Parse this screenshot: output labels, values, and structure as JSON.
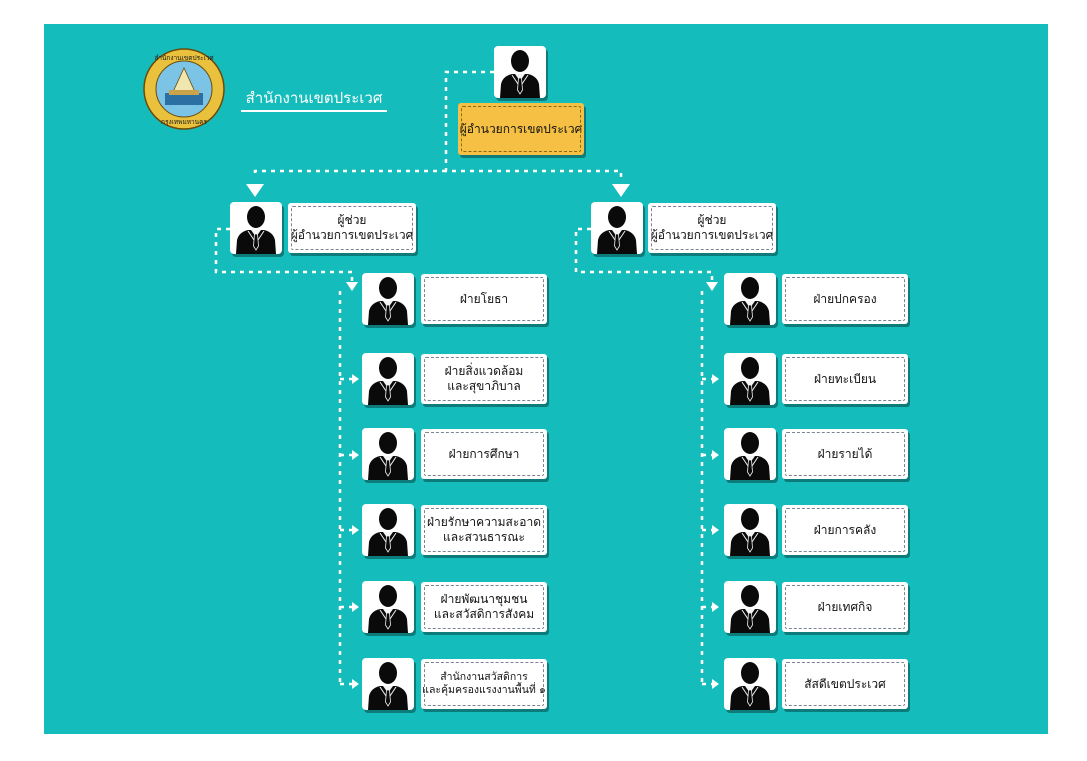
{
  "header": {
    "org_name": "สำนักงานเขตประเวศ",
    "logo_text_top": "สำนักงานเขตประเวศ",
    "logo_text_bottom": "กรุงเทพมหานคร"
  },
  "director": {
    "title": "ผู้อำนวยการเขตประเวศ"
  },
  "assistants": [
    {
      "title_line1": "ผู้ช่วย",
      "title_line2": "ผู้อำนวยการเขตประเวศ"
    },
    {
      "title_line1": "ผู้ช่วย",
      "title_line2": "ผู้อำนวยการเขตประเวศ"
    }
  ],
  "left_units": [
    {
      "line1": "ฝ่ายโยธา",
      "line2": ""
    },
    {
      "line1": "ฝ่ายสิ่งแวดล้อม",
      "line2": "และสุขาภิบาล"
    },
    {
      "line1": "ฝ่ายการศึกษา",
      "line2": ""
    },
    {
      "line1": "ฝ่ายรักษาความสะอาด",
      "line2": "และสวนธารณะ"
    },
    {
      "line1": "ฝ่ายพัฒนาชุมชน",
      "line2": "และสวัสดิการสังคม"
    },
    {
      "line1": "สำนักงานสวัสดิการ",
      "line2": "และคุ้มครองแรงงานพื้นที่ ๑"
    }
  ],
  "right_units": [
    {
      "line1": "ฝ่ายปกครอง",
      "line2": ""
    },
    {
      "line1": "ฝ่ายทะเบียน",
      "line2": ""
    },
    {
      "line1": "ฝ่ายรายได้",
      "line2": ""
    },
    {
      "line1": "ฝ่ายการคลัง",
      "line2": ""
    },
    {
      "line1": "ฝ่ายเทศกิจ",
      "line2": ""
    },
    {
      "line1": "สัสดีเขตประเวศ",
      "line2": ""
    }
  ],
  "colors": {
    "background": "#14bdbb",
    "director_box": "#f5c043",
    "silhouette": "#0a0a0a",
    "tie": "#f4f4f4",
    "connector": "#ffffff"
  },
  "icons": {
    "person": "person-silhouette-icon",
    "logo": "district-seal-logo"
  }
}
